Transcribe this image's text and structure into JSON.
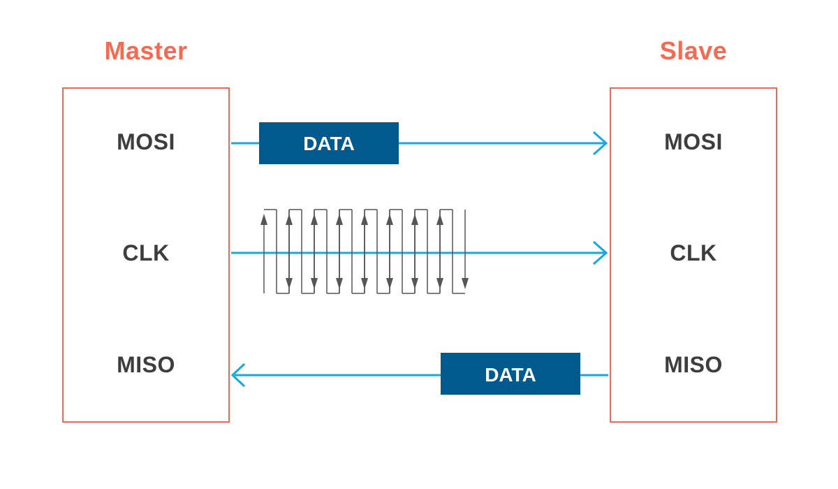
{
  "master": {
    "title": "Master",
    "pins": {
      "mosi": "MOSI",
      "clk": "CLK",
      "miso": "MISO"
    }
  },
  "slave": {
    "title": "Slave",
    "pins": {
      "mosi": "MOSI",
      "clk": "CLK",
      "miso": "MISO"
    }
  },
  "signals": {
    "mosi_data_label": "DATA",
    "miso_data_label": "DATA"
  },
  "colors": {
    "accent": "#f26b52",
    "line": "#1aa8dc",
    "data_box": "#005a8e",
    "pin_text": "#3d3d3d",
    "clock": "#555555"
  },
  "clock": {
    "pulse_count": 8
  }
}
